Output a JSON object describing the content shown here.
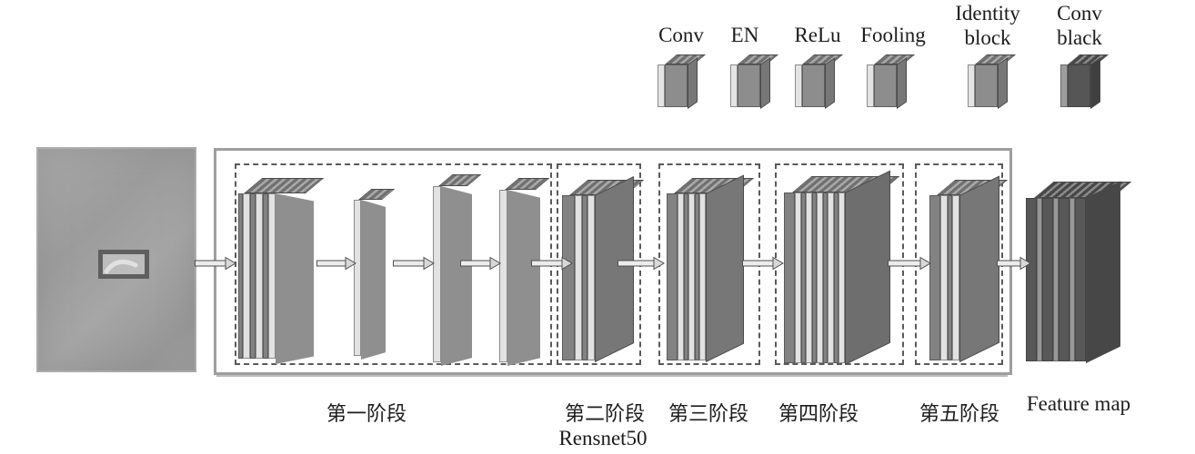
{
  "figure": {
    "legend": {
      "items": [
        {
          "id": "conv",
          "label": "Conv"
        },
        {
          "id": "en",
          "label": "EN"
        },
        {
          "id": "relu",
          "label": "ReLu"
        },
        {
          "id": "fooling",
          "label": "Fooling"
        },
        {
          "id": "identity-block",
          "line1": "Identity",
          "line2": "block"
        },
        {
          "id": "conv-black",
          "line1": "Conv",
          "line2": "black"
        }
      ]
    },
    "stages": [
      {
        "label": "第一阶段"
      },
      {
        "label": "第二阶段"
      },
      {
        "label": "第三阶段"
      },
      {
        "label": "第四阶段"
      },
      {
        "label": "第五阶段"
      }
    ],
    "network_label": "Rensnet50",
    "output_label": "Feature map",
    "colors": {
      "slab_gray": "#8a8a8a",
      "slab_light_edge": "#e2e2e2",
      "slab_dark": "#585858",
      "outline": "#4a4a4a",
      "solid_box_border": "#9e9e9e",
      "dashed_box_border": "#5a5a5a",
      "background": "#ffffff"
    }
  }
}
